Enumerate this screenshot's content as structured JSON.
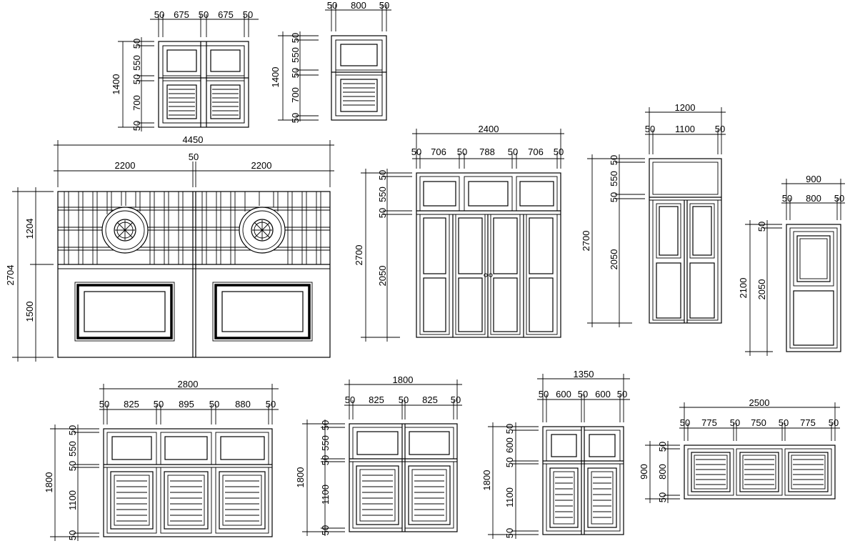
{
  "sheet": {
    "window_a": {
      "top": [
        "50",
        "675",
        "50",
        "675",
        "50"
      ],
      "left_overall": "1400",
      "left_parts": [
        "50",
        "550",
        "50",
        "700",
        "50"
      ]
    },
    "window_b": {
      "top": [
        "50",
        "800",
        "50"
      ],
      "left_overall": "1400",
      "left_parts": [
        "50",
        "550",
        "50",
        "700",
        "50"
      ]
    },
    "gate": {
      "top_overall": "4450",
      "top_middle": "50",
      "top_leaves": [
        "2200",
        "2200"
      ],
      "left_overall": "2704",
      "left_parts": [
        "1204",
        "1500"
      ]
    },
    "door_a": {
      "top_overall": "2400",
      "top_parts": [
        "50",
        "706",
        "50",
        "788",
        "50",
        "706",
        "50"
      ],
      "left_overall": "2700",
      "left_parts": [
        "50",
        "550",
        "50",
        "2050"
      ]
    },
    "door_b": {
      "top_overall": "1200",
      "top_parts": [
        "50",
        "1100",
        "50"
      ],
      "left_overall": "2700",
      "left_parts": [
        "50",
        "550",
        "50",
        "2050"
      ]
    },
    "door_c": {
      "top_overall": "900",
      "top_parts": [
        "50",
        "800",
        "50"
      ],
      "left_overall": "2100",
      "left_parts": [
        "50",
        "2050"
      ]
    },
    "window_c": {
      "top_overall": "2800",
      "top_parts": [
        "50",
        "825",
        "50",
        "895",
        "50",
        "880",
        "50"
      ],
      "left_overall": "1800",
      "left_parts": [
        "50",
        "550",
        "50",
        "1100",
        "50"
      ]
    },
    "window_d": {
      "top_overall": "1800",
      "top_parts": [
        "50",
        "825",
        "50",
        "825",
        "50"
      ],
      "left_overall": "1800",
      "left_parts": [
        "50",
        "550",
        "50",
        "1100",
        "50"
      ]
    },
    "window_e": {
      "top_overall": "1350",
      "top_parts": [
        "50",
        "600",
        "50",
        "600",
        "50"
      ],
      "left_overall": "1800",
      "left_parts": [
        "50",
        "600",
        "50",
        "1100",
        "50"
      ]
    },
    "window_f": {
      "top_overall": "2500",
      "top_parts": [
        "50",
        "775",
        "50",
        "750",
        "50",
        "775",
        "50"
      ],
      "left_overall": "900",
      "left_parts": [
        "50",
        "800",
        "50"
      ]
    }
  }
}
